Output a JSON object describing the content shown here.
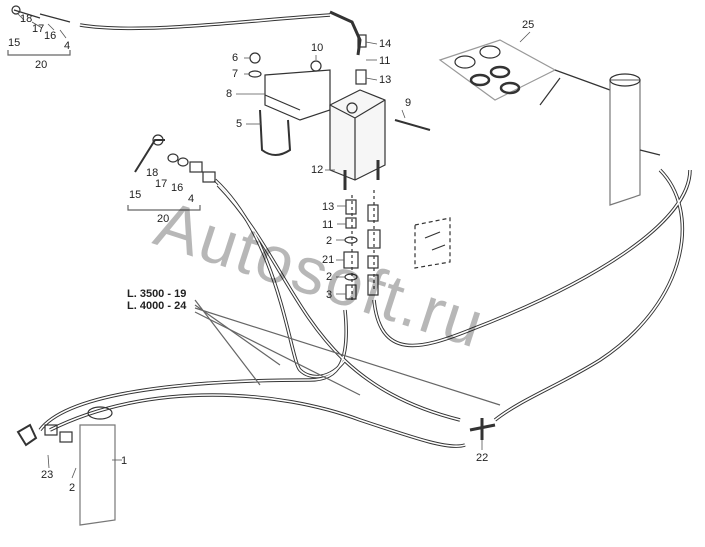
{
  "diagram": {
    "kind": "exploded hydraulic parts diagram",
    "line_color": "#333333",
    "watermark": "Autosoft.ru",
    "length_variants": [
      "L. 3500 - 19",
      "L. 4000 - 24"
    ],
    "callouts": [
      "1",
      "2",
      "2",
      "2",
      "3",
      "4",
      "4",
      "5",
      "6",
      "7",
      "8",
      "9",
      "10",
      "11",
      "11",
      "12",
      "13",
      "13",
      "14",
      "15",
      "15",
      "16",
      "16",
      "17",
      "17",
      "18",
      "18",
      "20",
      "20",
      "21",
      "22",
      "23",
      "25"
    ]
  }
}
